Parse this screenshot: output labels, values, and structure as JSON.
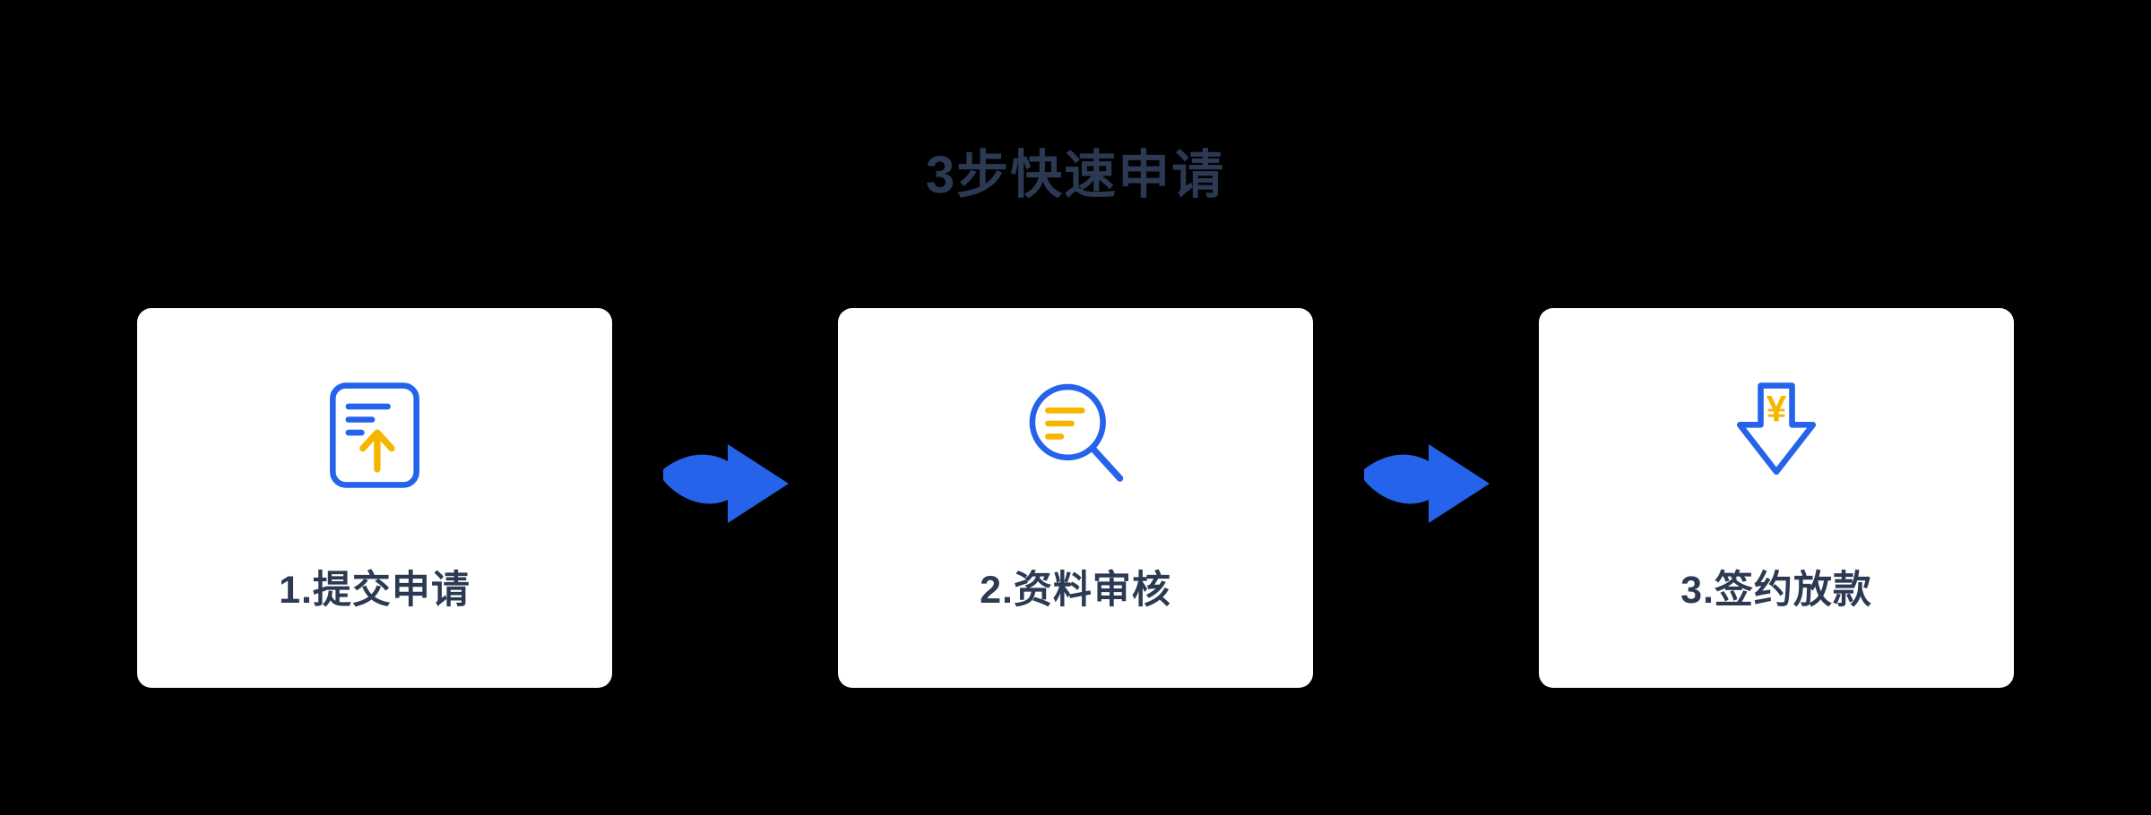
{
  "title": "3步快速申请",
  "steps": [
    {
      "label": "1.提交申请",
      "icon": "upload-document-icon"
    },
    {
      "label": "2.资料审核",
      "icon": "search-review-icon"
    },
    {
      "label": "3.签约放款",
      "icon": "download-funds-icon",
      "icon_glyph": "¥"
    }
  ],
  "arrow_icon": "arrow-right-icon",
  "colors": {
    "background": "#000000",
    "card": "#ffffff",
    "primary_blue": "#2563eb",
    "accent_yellow": "#f7b500",
    "text": "#2b3a52"
  }
}
